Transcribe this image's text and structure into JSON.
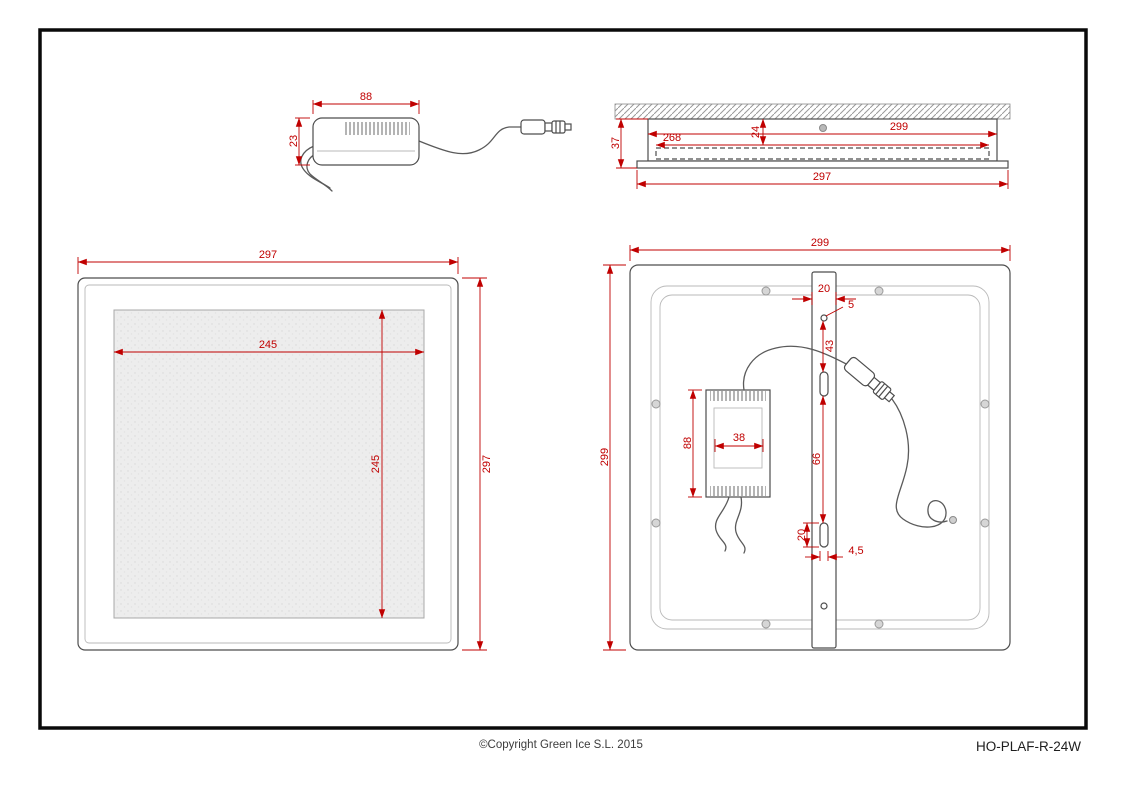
{
  "footer": {
    "copyright": "©Copyright Green Ice S.L. 2015",
    "model": "HO-PLAF-R-24W"
  },
  "colors": {
    "dimension": "#c00000",
    "outline": "#4d4d4d",
    "frame": "#0a0a0a"
  },
  "driver_view": {
    "width": "88",
    "height": "23"
  },
  "section_view": {
    "opening_width": "299",
    "inner_width": "268",
    "panel_thickness": "24",
    "recess_depth": "37",
    "overall_width": "297"
  },
  "front_view": {
    "width": "297",
    "height": "297",
    "inner_width": "245",
    "inner_height": "245"
  },
  "back_view": {
    "width": "299",
    "height": "299",
    "bracket_width": "20",
    "hole_diameter": "5",
    "hole_to_slot": "43",
    "slot_spacing": "66",
    "slot_length": "20",
    "slot_width": "4,5",
    "driver_length": "88",
    "driver_width": "38"
  }
}
